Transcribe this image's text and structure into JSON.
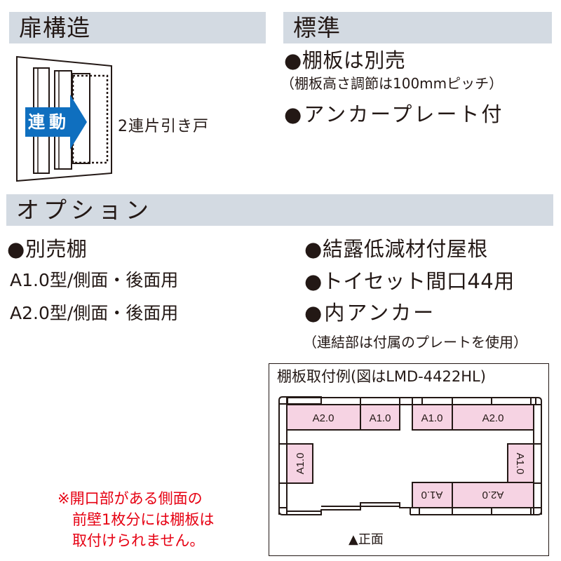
{
  "door_structure": {
    "header": "扉構造",
    "badge_label": "連動",
    "door_type": "2連片引き戸",
    "badge_color": "#0f6fbf"
  },
  "standard": {
    "header": "標準",
    "items": [
      {
        "label": "棚板は別売",
        "note": "（棚板高さ調節は100mmピッチ）"
      },
      {
        "label": "アンカープレート付"
      }
    ]
  },
  "options": {
    "header": "オプション",
    "left": {
      "title": "別売棚",
      "lines": [
        "A1.0型/側面・後面用",
        "A2.0型/側面・後面用"
      ]
    },
    "right": {
      "items": [
        "結露低減材付屋根",
        "トイセット間口44用",
        "内アンカー"
      ],
      "note": "（連結部は付属のプレートを使用）"
    }
  },
  "warning": {
    "lines": [
      "※開口部がある側面の",
      "　前壁1枚分には棚板は",
      "　取付けられません。"
    ],
    "color": "#e60012"
  },
  "shelf_example": {
    "title": "棚板取付例(図はLMD-4422HL)",
    "front_label": "▲正面",
    "shelf_color": "#f6d3e3",
    "shelves": {
      "top_left_a2": "A2.0",
      "top_left_a1": "A1.0",
      "top_right_a1": "A1.0",
      "top_right_a2": "A2.0",
      "left_side_a1": "A1.0",
      "right_side_a1": "A1.0",
      "bottom_right_a1": "A1.0",
      "bottom_right_a2": "A2.0"
    }
  },
  "header_color": "#d3dae2"
}
